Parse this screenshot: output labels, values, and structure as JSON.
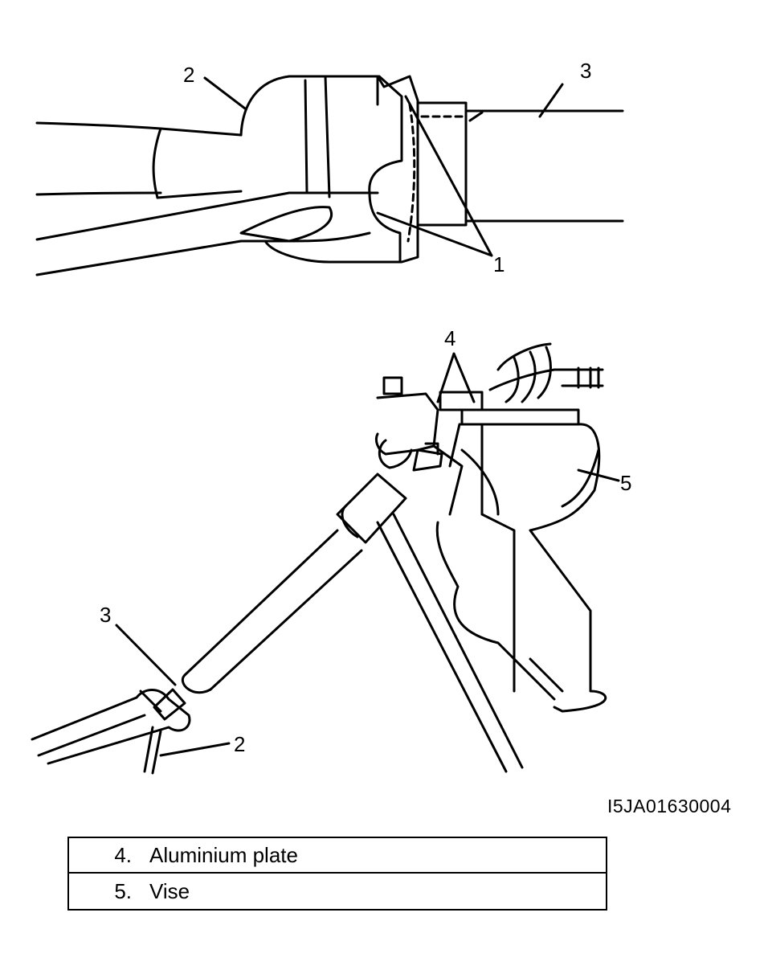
{
  "top_view": {
    "callouts": [
      {
        "id": "top-callout-1",
        "label": "1"
      },
      {
        "id": "top-callout-2",
        "label": "2"
      },
      {
        "id": "top-callout-3",
        "label": "3"
      }
    ]
  },
  "bottom_view": {
    "callouts": [
      {
        "id": "bottom-callout-2",
        "label": "2"
      },
      {
        "id": "bottom-callout-3",
        "label": "3"
      },
      {
        "id": "bottom-callout-4",
        "label": "4"
      },
      {
        "id": "bottom-callout-5",
        "label": "5"
      }
    ]
  },
  "figure_id": "I5JA01630004",
  "legend": {
    "rows": [
      {
        "num": "4.",
        "text": "Aluminium plate"
      },
      {
        "num": "5.",
        "text": "Vise"
      }
    ]
  }
}
